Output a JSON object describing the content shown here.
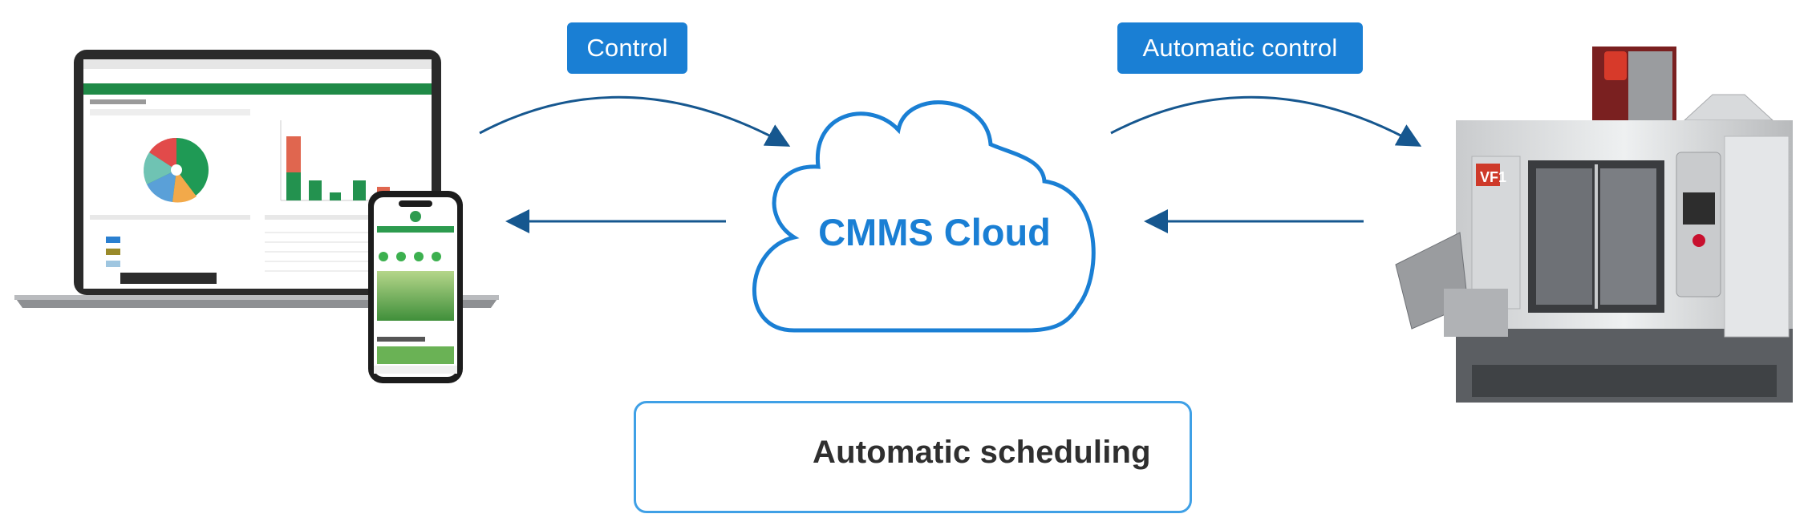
{
  "labels": {
    "control": "Control",
    "automatic_control": "Automatic control",
    "cloud": "CMMS Cloud",
    "scheduling": "Automatic scheduling"
  },
  "colors": {
    "accent": "#1a7fd4",
    "arrow": "#16578f",
    "box_border": "#3fa0e6",
    "text_dark": "#2f2f2f"
  },
  "icons": [
    "laptop-dashboard-icon",
    "smartphone-app-icon",
    "cnc-machine-icon",
    "clock-gear-schedule-icon"
  ],
  "machine_badge": "VF1"
}
